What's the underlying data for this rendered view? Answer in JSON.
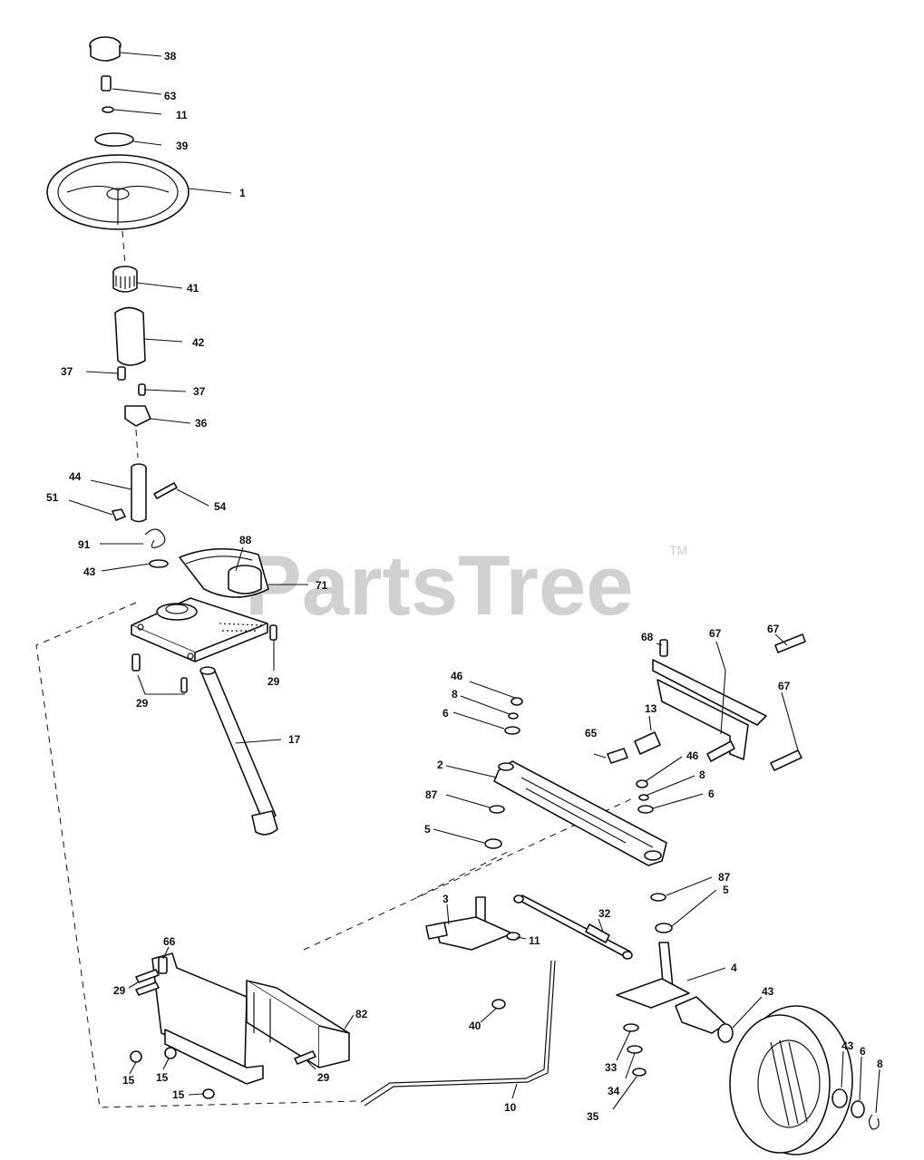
{
  "watermark": {
    "brand": "PartsTree",
    "trademark": "TM"
  },
  "callouts": [
    {
      "id": "c-38a",
      "text": "38"
    },
    {
      "id": "c-63",
      "text": "63"
    },
    {
      "id": "c-11a",
      "text": "11"
    },
    {
      "id": "c-39",
      "text": "39"
    },
    {
      "id": "c-1",
      "text": "1"
    },
    {
      "id": "c-41",
      "text": "41"
    },
    {
      "id": "c-42",
      "text": "42"
    },
    {
      "id": "c-37a",
      "text": "37"
    },
    {
      "id": "c-37b",
      "text": "37"
    },
    {
      "id": "c-36",
      "text": "36"
    },
    {
      "id": "c-44",
      "text": "44"
    },
    {
      "id": "c-51",
      "text": "51"
    },
    {
      "id": "c-54",
      "text": "54"
    },
    {
      "id": "c-91",
      "text": "91"
    },
    {
      "id": "c-88",
      "text": "88"
    },
    {
      "id": "c-43a",
      "text": "43"
    },
    {
      "id": "c-71",
      "text": "71"
    },
    {
      "id": "c-29a",
      "text": "29"
    },
    {
      "id": "c-29b",
      "text": "29"
    },
    {
      "id": "c-17",
      "text": "17"
    },
    {
      "id": "c-68a",
      "text": "68"
    },
    {
      "id": "c-67a",
      "text": "67"
    },
    {
      "id": "c-67b",
      "text": "67"
    },
    {
      "id": "c-67c",
      "text": "67"
    },
    {
      "id": "c-46a",
      "text": "46"
    },
    {
      "id": "c-8a",
      "text": "8"
    },
    {
      "id": "c-6a",
      "text": "6"
    },
    {
      "id": "c-13",
      "text": "13"
    },
    {
      "id": "c-65",
      "text": "65"
    },
    {
      "id": "c-46b",
      "text": "46"
    },
    {
      "id": "c-8b",
      "text": "8"
    },
    {
      "id": "c-6b",
      "text": "6"
    },
    {
      "id": "c-2",
      "text": "2"
    },
    {
      "id": "c-87a",
      "text": "87"
    },
    {
      "id": "c-5a",
      "text": "5"
    },
    {
      "id": "c-87b",
      "text": "87"
    },
    {
      "id": "c-5b",
      "text": "5"
    },
    {
      "id": "c-3",
      "text": "3"
    },
    {
      "id": "c-32",
      "text": "32"
    },
    {
      "id": "c-11b",
      "text": "11"
    },
    {
      "id": "c-4",
      "text": "4"
    },
    {
      "id": "c-43b",
      "text": "43"
    },
    {
      "id": "c-66",
      "text": "66"
    },
    {
      "id": "c-29c",
      "text": "29"
    },
    {
      "id": "c-82",
      "text": "82"
    },
    {
      "id": "c-40",
      "text": "40"
    },
    {
      "id": "c-43c",
      "text": "43"
    },
    {
      "id": "c-6c",
      "text": "6"
    },
    {
      "id": "c-8c",
      "text": "8"
    },
    {
      "id": "c-15a",
      "text": "15"
    },
    {
      "id": "c-15b",
      "text": "15"
    },
    {
      "id": "c-29d",
      "text": "29"
    },
    {
      "id": "c-33",
      "text": "33"
    },
    {
      "id": "c-34",
      "text": "34"
    },
    {
      "id": "c-15c",
      "text": "15"
    },
    {
      "id": "c-10",
      "text": "10"
    },
    {
      "id": "c-35",
      "text": "35"
    }
  ]
}
